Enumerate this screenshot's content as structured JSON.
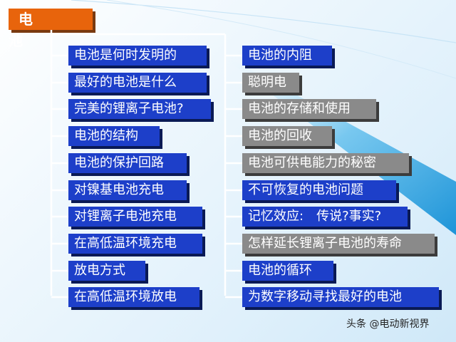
{
  "title": "电　池",
  "left_items": [
    "电池是何时发明的",
    "最好的电池是什么",
    "完美的锂离子电池?",
    "电池的结构",
    "电池的保护回路",
    "对镍基电池充电",
    "对锂离子电池充电",
    "在高低温环境充电",
    "放电方式",
    "在高低温环境放电"
  ],
  "right_items": [
    "电池的内阻",
    "聪明电",
    "电池的存储和使用",
    "电池的回收",
    "电池可供电能力的秘密",
    "不可恢复的电池问题",
    "记忆效应:　传说?事实?",
    "怎样延长锂离子电池的寿命",
    "电池的循环",
    "为数字移动寻找最好的电池"
  ],
  "right_styles": [
    "blue",
    "gray",
    "gray",
    "gray",
    "gray",
    "blue",
    "blue",
    "gray",
    "blue",
    "blue"
  ],
  "watermark": "头条 @电动新视界",
  "colors": {
    "title_bg": "#e8640c",
    "blue_box": "#1d3fc9",
    "gray_box": "#8a8a8a",
    "connector": "#ffffff"
  }
}
